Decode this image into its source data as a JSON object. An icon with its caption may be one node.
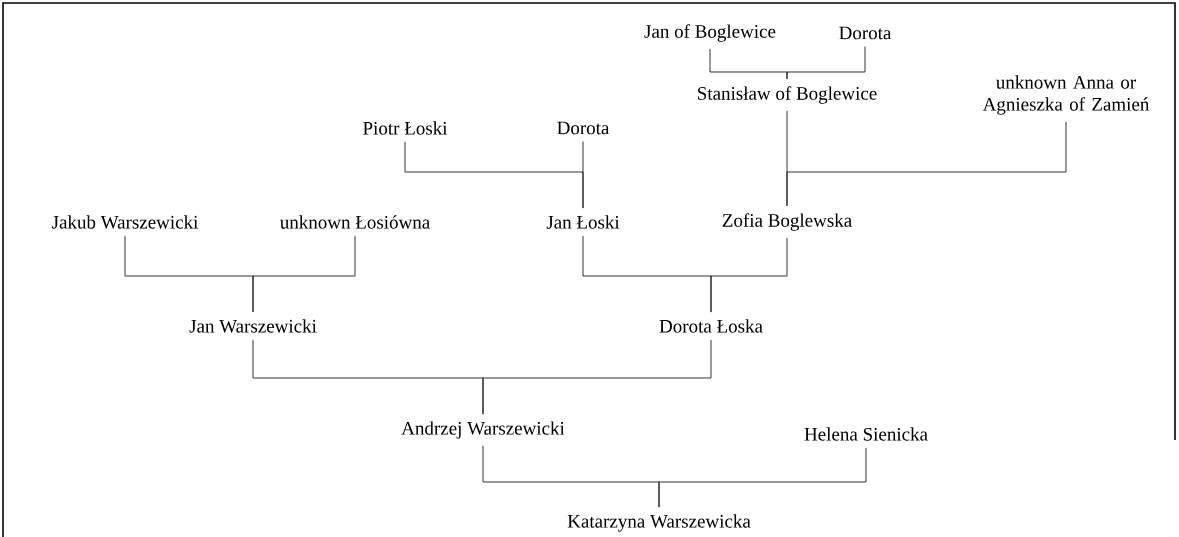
{
  "diagram": {
    "nodes": [
      {
        "text": [
          "Jan of Boglewice"
        ]
      },
      {
        "text": [
          "Dorota"
        ]
      },
      {
        "text": [
          "Stanisław of Boglewice"
        ]
      },
      {
        "text": [
          "unknown Anna or Agnieszka of Zamień"
        ]
      },
      {
        "text": [
          "Piotr Łoski"
        ]
      },
      {
        "text": [
          "Dorota"
        ]
      },
      {
        "text": [
          "Jakub Warszewicki"
        ]
      },
      {
        "text": [
          "unknown Łosiówna"
        ]
      },
      {
        "text": [
          "Jan Łoski"
        ]
      },
      {
        "text": [
          "Zofia Boglewska"
        ]
      },
      {
        "text": [
          "Jan Warszewicki"
        ]
      },
      {
        "text": [
          "Dorota Łoska"
        ]
      },
      {
        "text": [
          "Andrzej Warszewicki"
        ]
      },
      {
        "text": [
          "Helena Sienicka"
        ]
      },
      {
        "text": [
          "Katarzyna Warszewicka"
        ]
      }
    ],
    "edges": [
      {
        "from": 0,
        "to": 2,
        "arrow": "none"
      },
      {
        "from": 1,
        "to": 2,
        "arrow": "none"
      },
      {
        "from": 4,
        "to": 8,
        "arrow": "none"
      },
      {
        "from": 5,
        "to": 8,
        "arrow": "none"
      },
      {
        "from": 2,
        "to": 9,
        "arrow": "none"
      },
      {
        "from": 3,
        "to": 9,
        "arrow": "none"
      },
      {
        "from": 6,
        "to": 10,
        "arrow": "none"
      },
      {
        "from": 7,
        "to": 10,
        "arrow": "none"
      },
      {
        "from": 8,
        "to": 11,
        "arrow": "none"
      },
      {
        "from": 9,
        "to": 11,
        "arrow": "none"
      },
      {
        "from": 10,
        "to": 12,
        "arrow": "none"
      },
      {
        "from": 11,
        "to": 12,
        "arrow": "none"
      },
      {
        "from": 12,
        "to": 14,
        "arrow": "none"
      },
      {
        "from": 13,
        "to": 14,
        "arrow": "none"
      }
    ]
  }
}
